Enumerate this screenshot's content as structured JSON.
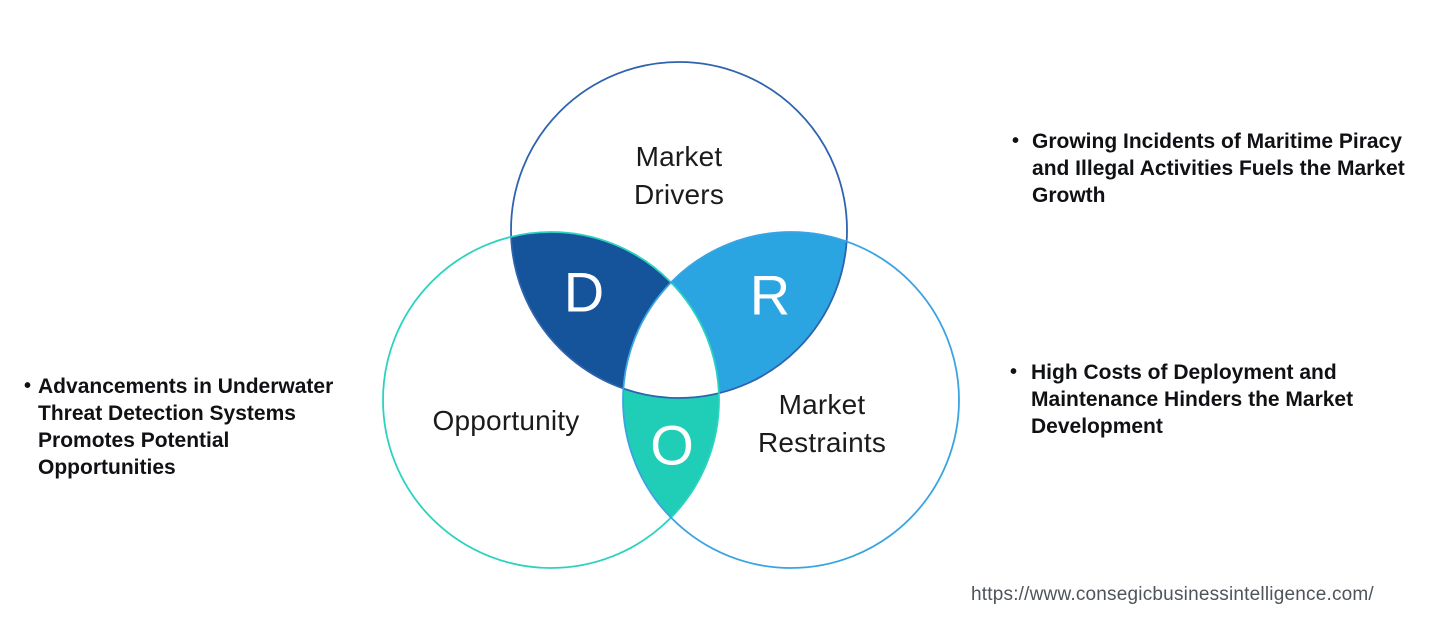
{
  "venn": {
    "center_fill": "#ffffff",
    "drivers": {
      "label": "Market\nDrivers",
      "letter": "D",
      "fill": "#15549B",
      "stroke": "#2E63AD"
    },
    "opportunity": {
      "label": "Opportunity",
      "letter": "O",
      "fill": "#20CEB8",
      "stroke": "#2BD3BF"
    },
    "restraints": {
      "label": "Market\nRestraints",
      "letter": "R",
      "fill": "#2BA5E1",
      "stroke": "#3AA4E2"
    }
  },
  "notes": {
    "opportunity": {
      "bullet": "•",
      "text": "Advancements in Underwater\nThreat Detection Systems\nPromotes Potential\nOpportunities"
    },
    "drivers": {
      "bullet": "•",
      "text": "Growing Incidents of Maritime Piracy\nand Illegal Activities Fuels the Market\nGrowth"
    },
    "restraints": {
      "bullet": "•",
      "text": "High Costs of Deployment and\nMaintenance Hinders the Market\nDevelopment"
    }
  },
  "footer": {
    "url": "https://www.consegicbusinessintelligence.com/"
  }
}
